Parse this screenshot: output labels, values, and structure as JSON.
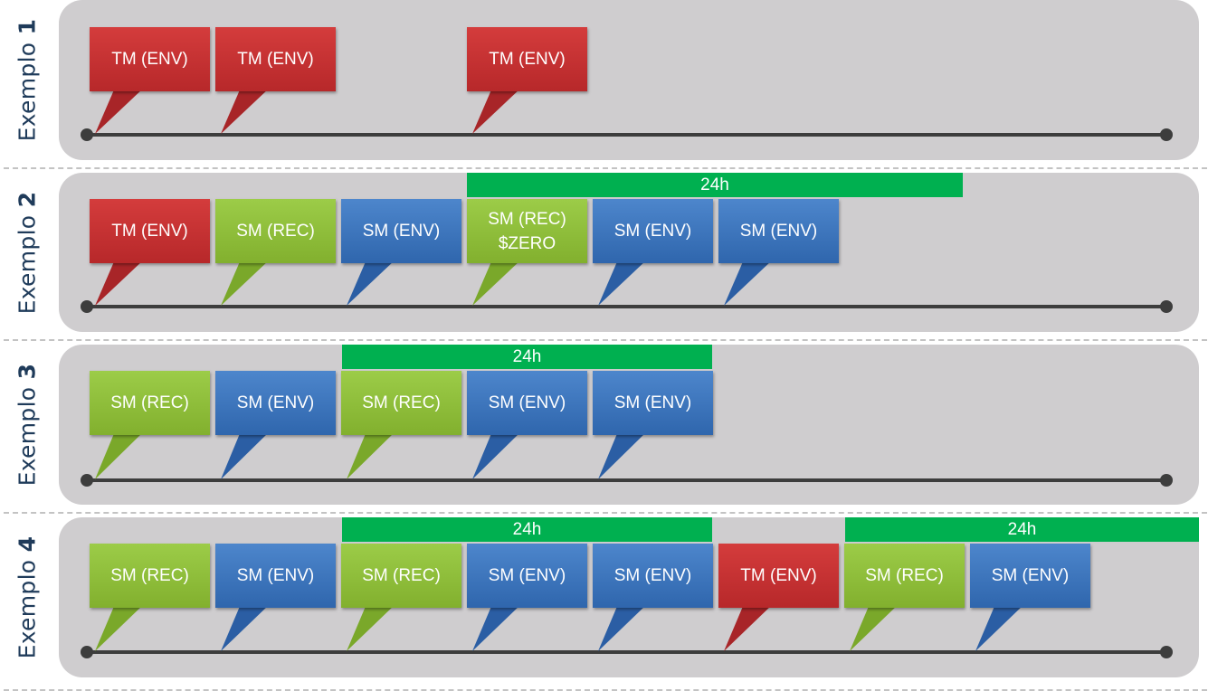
{
  "rows": [
    {
      "label": "Exemplo",
      "num": "1",
      "bars": [],
      "bubbles": [
        {
          "type": "tm",
          "slot": 0,
          "lines": [
            "TM (ENV)"
          ]
        },
        {
          "type": "tm",
          "slot": 1,
          "lines": [
            "TM (ENV)"
          ]
        },
        {
          "type": "tm",
          "slot": 3,
          "lines": [
            "TM (ENV)"
          ]
        }
      ]
    },
    {
      "label": "Exemplo",
      "num": "2",
      "bars": [
        {
          "text": "24h"
        }
      ],
      "bubbles": [
        {
          "type": "tm",
          "slot": 0,
          "lines": [
            "TM (ENV)"
          ]
        },
        {
          "type": "rec",
          "slot": 1,
          "lines": [
            "SM (REC)"
          ]
        },
        {
          "type": "env",
          "slot": 2,
          "lines": [
            "SM (ENV)"
          ]
        },
        {
          "type": "rec",
          "slot": 3,
          "lines": [
            "SM (REC)",
            "$ZERO"
          ]
        },
        {
          "type": "env",
          "slot": 4,
          "lines": [
            "SM (ENV)"
          ]
        },
        {
          "type": "env",
          "slot": 5,
          "lines": [
            "SM (ENV)"
          ]
        }
      ]
    },
    {
      "label": "Exemplo",
      "num": "3",
      "bars": [
        {
          "text": "24h"
        }
      ],
      "bubbles": [
        {
          "type": "rec",
          "slot": 0,
          "lines": [
            "SM (REC)"
          ]
        },
        {
          "type": "env",
          "slot": 1,
          "lines": [
            "SM (ENV)"
          ]
        },
        {
          "type": "rec",
          "slot": 2,
          "lines": [
            "SM (REC)"
          ]
        },
        {
          "type": "env",
          "slot": 3,
          "lines": [
            "SM (ENV)"
          ]
        },
        {
          "type": "env",
          "slot": 4,
          "lines": [
            "SM (ENV)"
          ]
        }
      ]
    },
    {
      "label": "Exemplo",
      "num": "4",
      "bars": [
        {
          "text": "24h"
        },
        {
          "text": "24h"
        }
      ],
      "bubbles": [
        {
          "type": "rec",
          "slot": 0,
          "lines": [
            "SM (REC)"
          ]
        },
        {
          "type": "env",
          "slot": 1,
          "lines": [
            "SM (ENV)"
          ]
        },
        {
          "type": "rec",
          "slot": 2,
          "lines": [
            "SM (REC)"
          ]
        },
        {
          "type": "env",
          "slot": 3,
          "lines": [
            "SM (ENV)"
          ]
        },
        {
          "type": "env",
          "slot": 4,
          "lines": [
            "SM (ENV)"
          ]
        },
        {
          "type": "tm",
          "slot": 5,
          "lines": [
            "TM (ENV)"
          ]
        },
        {
          "type": "rec",
          "slot": 6,
          "lines": [
            "SM (REC)"
          ]
        },
        {
          "type": "env",
          "slot": 7,
          "lines": [
            "SM (ENV)"
          ]
        }
      ]
    }
  ],
  "colors": {
    "tm": "#c83232",
    "rec": "#8fbe3c",
    "env": "#3c76be",
    "window_bar": "#00b050",
    "lane": "#cfcdcf",
    "timeline": "#3d3d3d",
    "label": "#1f3b5a"
  }
}
